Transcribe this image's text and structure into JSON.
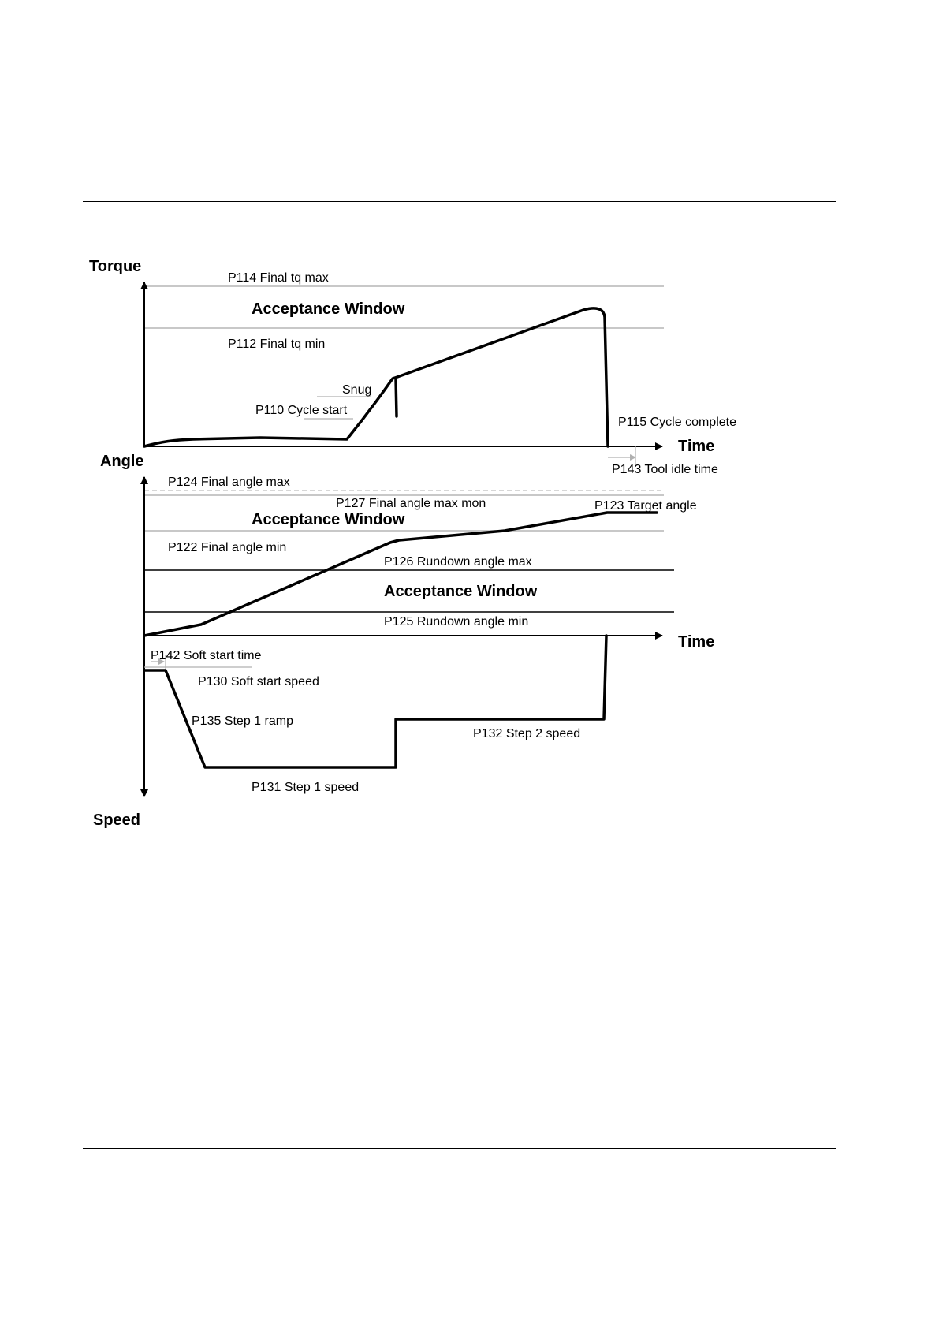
{
  "diagram": {
    "torque_panel": {
      "y_axis_label": "Torque",
      "x_axis_label": "Time",
      "window_label": "Acceptance Window",
      "labels": {
        "final_tq_max": "P114 Final tq max",
        "final_tq_min": "P112 Final tq min",
        "snug": "Snug",
        "cycle_start": "P110 Cycle start",
        "cycle_complete": "P115 Cycle complete",
        "tool_idle_time": "P143 Tool idle time"
      }
    },
    "angle_panel": {
      "y_axis_label": "Angle",
      "x_axis_label": "Time",
      "window_label_upper": "Acceptance Window",
      "window_label_lower": "Acceptance Window",
      "labels": {
        "final_angle_max": "P124 Final angle max",
        "final_angle_max_mon": "P127 Final angle max mon",
        "target_angle": "P123 Target angle",
        "final_angle_min": "P122 Final angle min",
        "rundown_angle_max": "P126 Rundown angle max",
        "rundown_angle_min": "P125 Rundown angle min"
      }
    },
    "speed_panel": {
      "y_axis_label": "Speed",
      "labels": {
        "soft_start_time": "P142 Soft start time",
        "soft_start_speed": "P130 Soft start speed",
        "step1_ramp": "P135 Step 1 ramp",
        "step1_speed": "P131 Step 1 speed",
        "step2_speed": "P132 Step 2 speed"
      }
    }
  }
}
